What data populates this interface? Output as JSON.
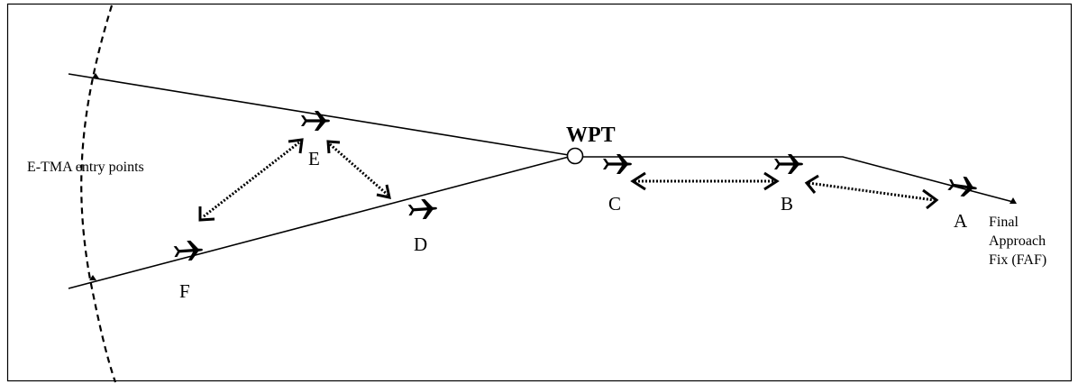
{
  "diagram": {
    "waypoint_label": "WPT",
    "entry_label": "E-TMA entry points",
    "faf_label": [
      "Final",
      "Approach",
      "Fix (FAF)"
    ],
    "aircraft": [
      {
        "id": "A",
        "label": "A"
      },
      {
        "id": "B",
        "label": "B"
      },
      {
        "id": "C",
        "label": "C"
      },
      {
        "id": "D",
        "label": "D"
      },
      {
        "id": "E",
        "label": "E"
      },
      {
        "id": "F",
        "label": "F"
      }
    ],
    "separations": [
      {
        "from": "A",
        "to": "B"
      },
      {
        "from": "B",
        "to": "C"
      },
      {
        "from": "E",
        "to": "D"
      },
      {
        "from": "E",
        "to": "F"
      }
    ],
    "colors": {
      "line": "#000000",
      "background": "#ffffff"
    }
  }
}
